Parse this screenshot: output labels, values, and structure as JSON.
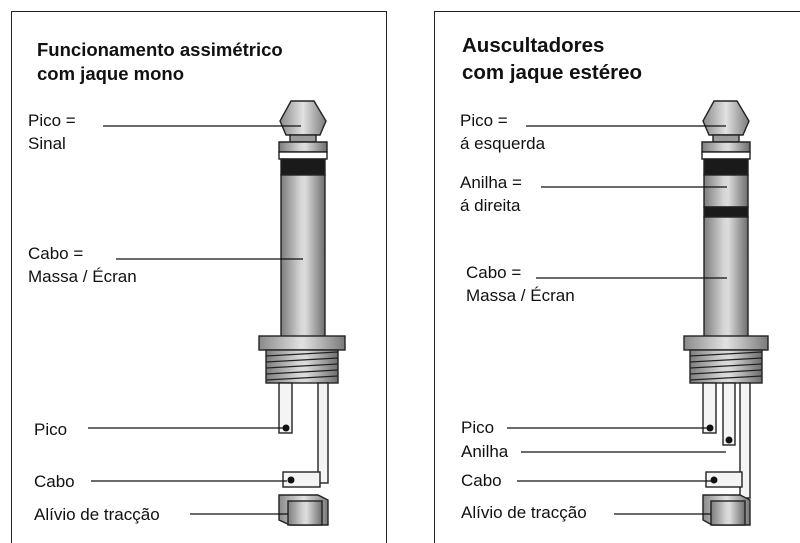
{
  "left_panel": {
    "title_line1": "Funcionamento assimétrico",
    "title_line2": "com jaque mono",
    "pico_label_line1": "Pico =",
    "pico_label_line2": "Sinal",
    "cabo_label_line1": "Cabo =",
    "cabo_label_line2": "Massa / Écran",
    "wire_pico": "Pico",
    "wire_cabo": "Cabo",
    "strain_relief": "Alívio de tracção"
  },
  "right_panel": {
    "title_line1": "Auscultadores",
    "title_line2": "com jaque estéreo",
    "pico_label_line1": "Pico =",
    "pico_label_line2": "á esquerda",
    "anilha_label_line1": "Anilha =",
    "anilha_label_line2": "á direita",
    "cabo_label_line1": "Cabo =",
    "cabo_label_line2": "Massa / Écran",
    "wire_pico": "Pico",
    "wire_anilha": "Anilha",
    "wire_cabo": "Cabo",
    "strain_relief": "Alívio de tracção"
  }
}
